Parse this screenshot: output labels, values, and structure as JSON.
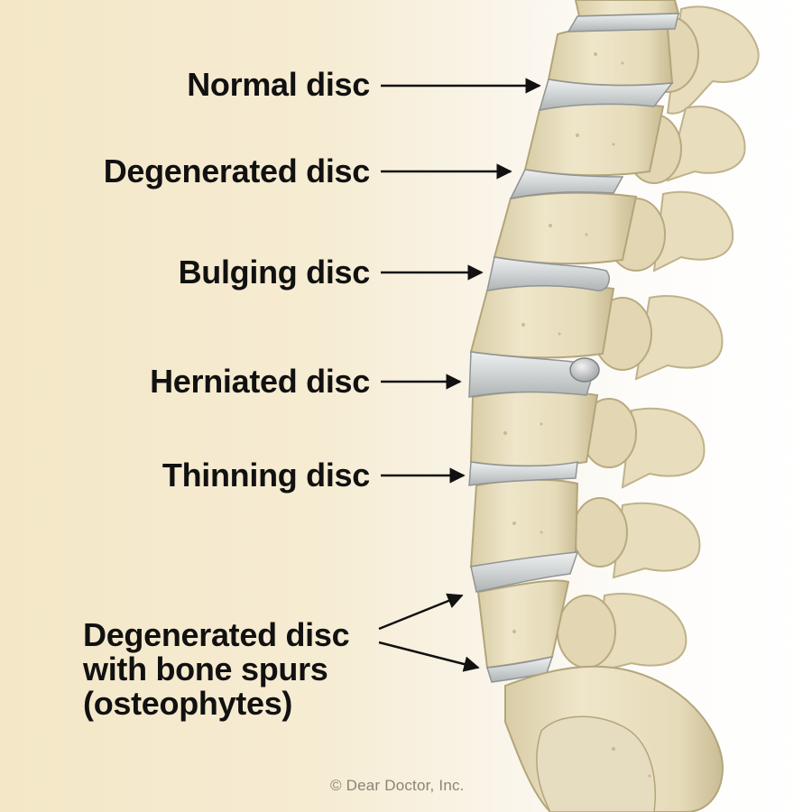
{
  "labels": {
    "normal": "Normal disc",
    "degenerated": "Degenerated disc",
    "bulging": "Bulging disc",
    "herniated": "Herniated disc",
    "thinning": "Thinning disc",
    "spurs_line1": "Degenerated disc",
    "spurs_line2": "with bone spurs",
    "spurs_line3": "(osteophytes)"
  },
  "credit": "© Dear Doctor, Inc.",
  "colors": {
    "background_warm": "#f3e7c7",
    "background_light": "#ffffff",
    "bone": "#ece3c6",
    "disc": "#d6d9da",
    "label_text": "#111111",
    "arrow": "#111111"
  }
}
